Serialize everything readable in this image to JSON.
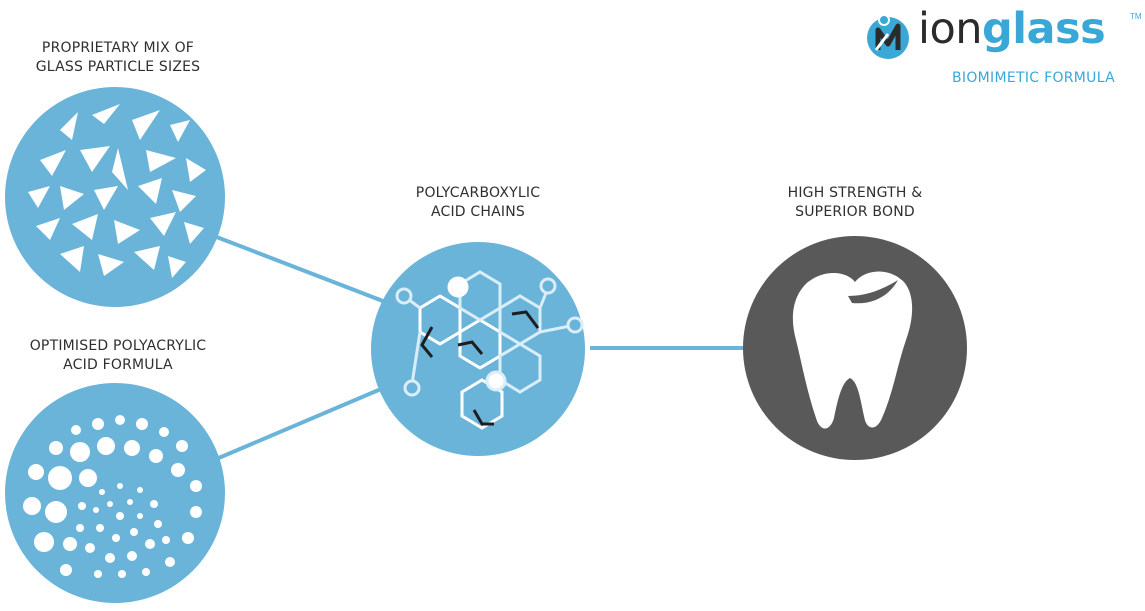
{
  "colors": {
    "accent_blue": "#6ab4d9",
    "light_blue": "#bfe0f1",
    "dark_grey": "#595959",
    "logo_blue": "#3aa8d6"
  },
  "logo": {
    "word_dark": "ion",
    "word_blue": "glass",
    "trademark": "TM",
    "tagline": "BIOMIMETIC FORMULA"
  },
  "labels": {
    "glass_particles": [
      "PROPRIETARY MIX OF",
      "GLASS PARTICLE SIZES"
    ],
    "polyacrylic": [
      "OPTIMISED POLYACRYLIC",
      "ACID FORMULA"
    ],
    "polycarboxylic": [
      "POLYCARBOXYLIC",
      "ACID CHAINS"
    ],
    "strength": [
      "HIGH STRENGTH &",
      "SUPERIOR BOND"
    ]
  },
  "icons": {
    "glass": "glass-shards-icon",
    "polyacrylic": "dot-spiral-icon",
    "polycarboxylic": "hexagon-chain-icon",
    "strength": "tooth-icon"
  }
}
